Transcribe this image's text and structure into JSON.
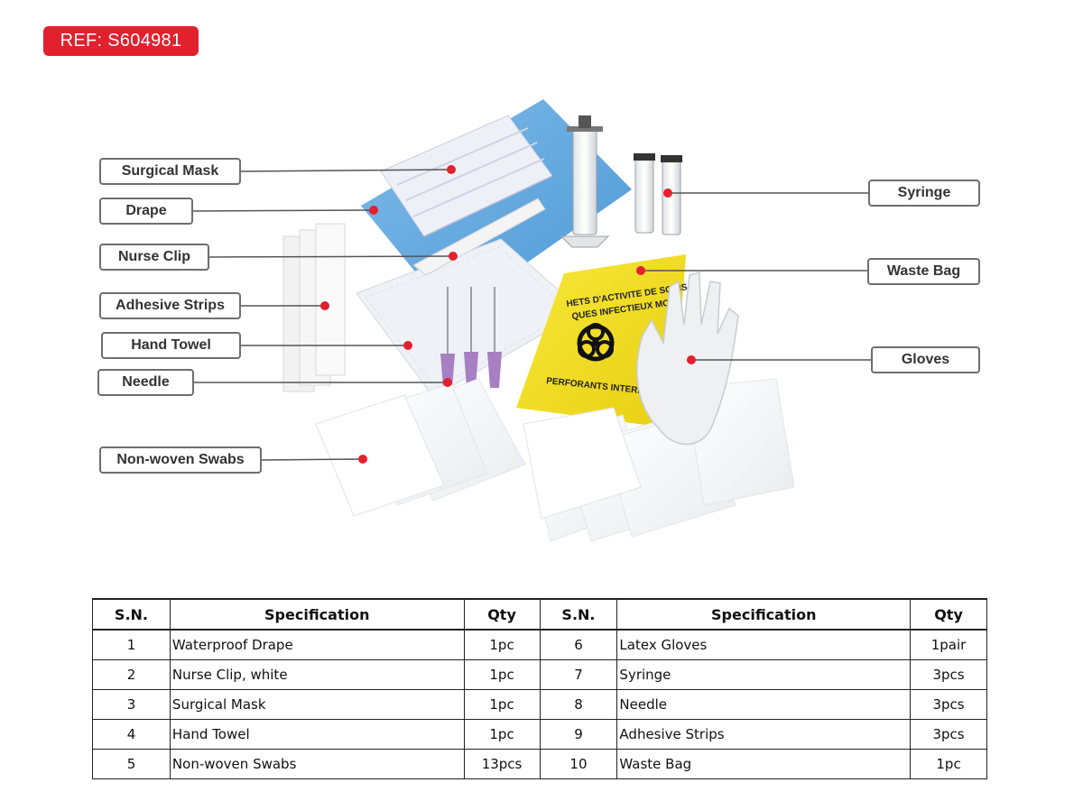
{
  "ref_badge": "REF: S604981",
  "callouts": {
    "surgical_mask": "Surgical Mask",
    "drape": "Drape",
    "nurse_clip": "Nurse Clip",
    "adhesive_strips": "Adhesive Strips",
    "hand_towel": "Hand Towel",
    "needle": "Needle",
    "swabs": "Non-woven Swabs",
    "syringe": "Syringe",
    "waste_bag": "Waste Bag",
    "gloves": "Gloves"
  },
  "bag_print": {
    "line1": "HETS D'ACTIVITE DE SOINS",
    "line2": "QUES INFECTIEUX MOUS",
    "line3": "PERFORANTS INTERDITS"
  },
  "colors": {
    "ref_badge": "#e2202e",
    "callout_dot": "#e2202e",
    "drape_blue": "#5fa7e0",
    "waste_bag_yellow": "#f5e11c",
    "needle_hub": "#a77fc2"
  },
  "table": {
    "headers": {
      "sn": "S.N.",
      "spec": "Specification",
      "qty": "Qty",
      "sn2": "S.N.",
      "spec2": "Specification",
      "qty2": "Qty"
    },
    "rows": [
      {
        "sn": "1",
        "spec": "Waterproof Drape",
        "qty": "1pc",
        "sn2": "6",
        "spec2": "Latex Gloves",
        "qty2": "1pair"
      },
      {
        "sn": "2",
        "spec": "Nurse Clip, white",
        "qty": "1pc",
        "sn2": "7",
        "spec2": "Syringe",
        "qty2": "3pcs"
      },
      {
        "sn": "3",
        "spec": "Surgical Mask",
        "qty": "1pc",
        "sn2": "8",
        "spec2": "Needle",
        "qty2": "3pcs"
      },
      {
        "sn": "4",
        "spec": "Hand Towel",
        "qty": "1pc",
        "sn2": "9",
        "spec2": "Adhesive Strips",
        "qty2": "3pcs"
      },
      {
        "sn": "5",
        "spec": "Non-woven Swabs",
        "qty": "13pcs",
        "sn2": "10",
        "spec2": "Waste Bag",
        "qty2": "1pc"
      }
    ]
  }
}
